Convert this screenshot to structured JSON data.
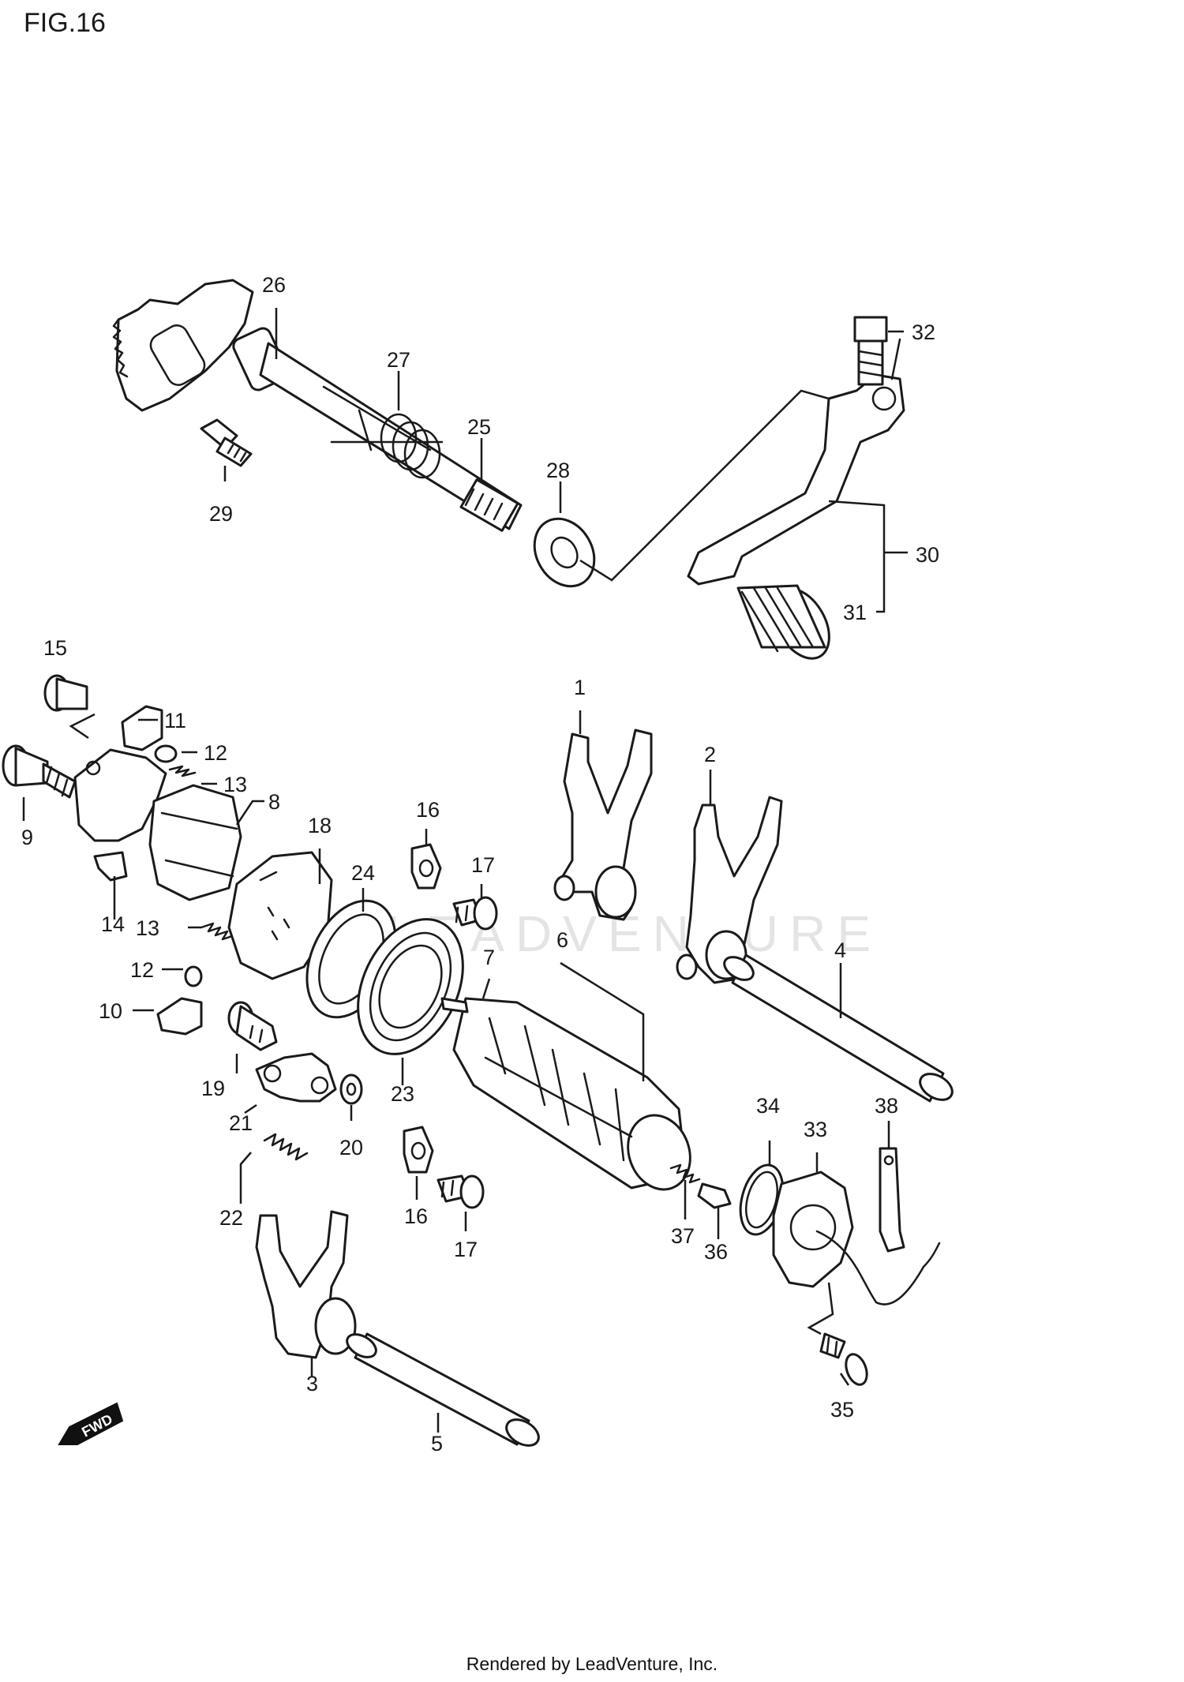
{
  "figure": {
    "title": "FIG.16"
  },
  "watermark": "LEADVENTURE",
  "fwd_label": "FWD",
  "footer": "Rendered by LeadVenture, Inc.",
  "callouts": [
    {
      "id": "c26",
      "label": "26"
    },
    {
      "id": "c27",
      "label": "27"
    },
    {
      "id": "c25",
      "label": "25"
    },
    {
      "id": "c28",
      "label": "28"
    },
    {
      "id": "c29",
      "label": "29"
    },
    {
      "id": "c32",
      "label": "32"
    },
    {
      "id": "c30",
      "label": "30"
    },
    {
      "id": "c31",
      "label": "31"
    },
    {
      "id": "c15",
      "label": "15"
    },
    {
      "id": "c11",
      "label": "11"
    },
    {
      "id": "c12a",
      "label": "12"
    },
    {
      "id": "c13a",
      "label": "13"
    },
    {
      "id": "c9",
      "label": "9"
    },
    {
      "id": "c8",
      "label": "8"
    },
    {
      "id": "c14",
      "label": "14"
    },
    {
      "id": "c13b",
      "label": "13"
    },
    {
      "id": "c12b",
      "label": "12"
    },
    {
      "id": "c10",
      "label": "10"
    },
    {
      "id": "c18",
      "label": "18"
    },
    {
      "id": "c16a",
      "label": "16"
    },
    {
      "id": "c17a",
      "label": "17"
    },
    {
      "id": "c24",
      "label": "24"
    },
    {
      "id": "c7",
      "label": "7"
    },
    {
      "id": "c6",
      "label": "6"
    },
    {
      "id": "c1",
      "label": "1"
    },
    {
      "id": "c2",
      "label": "2"
    },
    {
      "id": "c4",
      "label": "4"
    },
    {
      "id": "c23",
      "label": "23"
    },
    {
      "id": "c19",
      "label": "19"
    },
    {
      "id": "c21",
      "label": "21"
    },
    {
      "id": "c20",
      "label": "20"
    },
    {
      "id": "c22",
      "label": "22"
    },
    {
      "id": "c16b",
      "label": "16"
    },
    {
      "id": "c17b",
      "label": "17"
    },
    {
      "id": "c3",
      "label": "3"
    },
    {
      "id": "c5",
      "label": "5"
    },
    {
      "id": "c34",
      "label": "34"
    },
    {
      "id": "c33",
      "label": "33"
    },
    {
      "id": "c38",
      "label": "38"
    },
    {
      "id": "c37",
      "label": "37"
    },
    {
      "id": "c36",
      "label": "36"
    },
    {
      "id": "c35",
      "label": "35"
    }
  ]
}
